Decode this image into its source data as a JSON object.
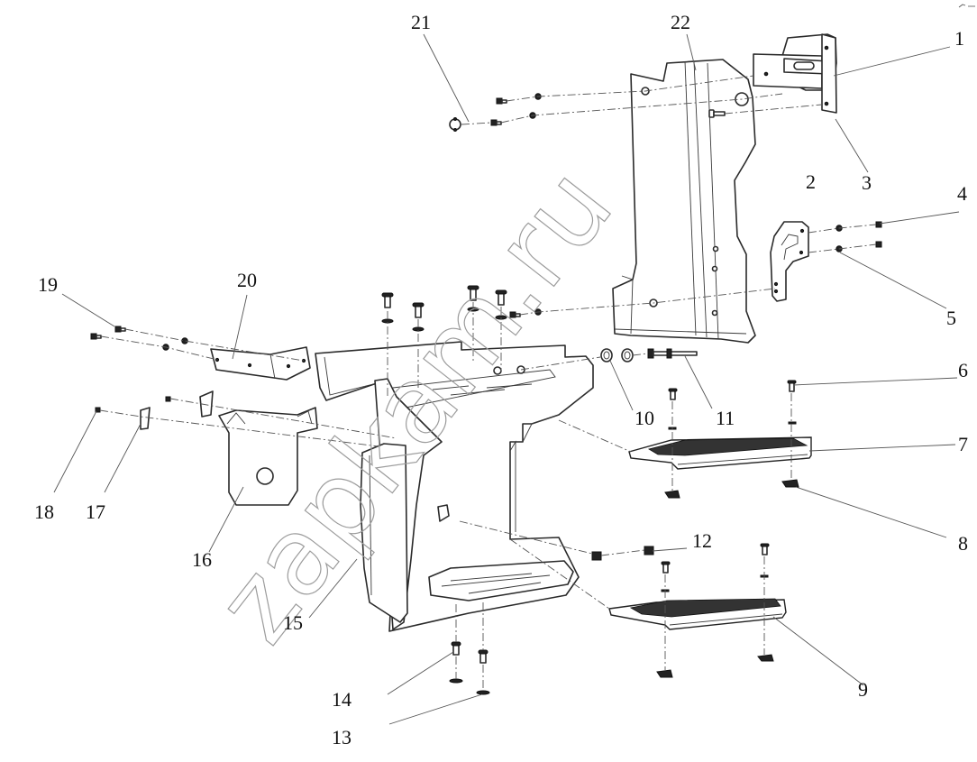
{
  "diagram": {
    "type": "exploded-parts-diagram",
    "subject": "Cab entry step assembly with mounting bracket",
    "watermark": "zapkam.ru",
    "callouts": [
      {
        "id": "1",
        "label": "1"
      },
      {
        "id": "2",
        "label": "2"
      },
      {
        "id": "3",
        "label": "3"
      },
      {
        "id": "4",
        "label": "4"
      },
      {
        "id": "5",
        "label": "5"
      },
      {
        "id": "6",
        "label": "6"
      },
      {
        "id": "7",
        "label": "7"
      },
      {
        "id": "8",
        "label": "8"
      },
      {
        "id": "9",
        "label": "9"
      },
      {
        "id": "10",
        "label": "10"
      },
      {
        "id": "11",
        "label": "11"
      },
      {
        "id": "12",
        "label": "12"
      },
      {
        "id": "13",
        "label": "13"
      },
      {
        "id": "14",
        "label": "14"
      },
      {
        "id": "15",
        "label": "15"
      },
      {
        "id": "16",
        "label": "16"
      },
      {
        "id": "17",
        "label": "17"
      },
      {
        "id": "18",
        "label": "18"
      },
      {
        "id": "19",
        "label": "19"
      },
      {
        "id": "20",
        "label": "20"
      },
      {
        "id": "21",
        "label": "21"
      },
      {
        "id": "22",
        "label": "22"
      }
    ]
  }
}
